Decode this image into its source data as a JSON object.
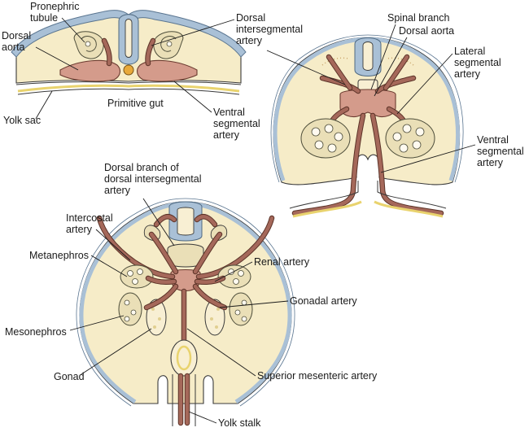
{
  "labels": {
    "pronephric_tubule": [
      "Pronephric",
      "tubule"
    ],
    "dorsal_aorta_a": [
      "Dorsal",
      "aorta"
    ],
    "yolk_sac": "Yolk sac",
    "primitive_gut": "Primitive gut",
    "dorsal_intersegmental_artery": [
      "Dorsal",
      "intersegmental",
      "artery"
    ],
    "ventral_segmental_artery_a": [
      "Ventral",
      "segmental",
      "artery"
    ],
    "spinal_branch": "Spinal branch",
    "dorsal_aorta_b": "Dorsal aorta",
    "lateral_segmental_artery": [
      "Lateral",
      "segmental",
      "artery"
    ],
    "ventral_segmental_artery_b": [
      "Ventral",
      "segmental",
      "artery"
    ],
    "dorsal_branch": [
      "Dorsal branch of",
      "dorsal intersegmental",
      "artery"
    ],
    "intercostal_artery": [
      "Intercostal",
      "artery"
    ],
    "metanephros": "Metanephros",
    "renal_artery": "Renal artery",
    "gonadal_artery": "Gonadal artery",
    "mesonephros": "Mesonephros",
    "gonad": "Gonad",
    "superior_mesenteric_artery": "Superior mesenteric artery",
    "yolk_stalk": "Yolk stalk"
  },
  "colors": {
    "tissue": "#f6ecc8",
    "ectoderm": "#a9c0d6",
    "artery": "#d49b8b",
    "vessel_line": "#a5685a",
    "notochord": "#e8a93a",
    "gut_lining": "#e9d36e"
  }
}
